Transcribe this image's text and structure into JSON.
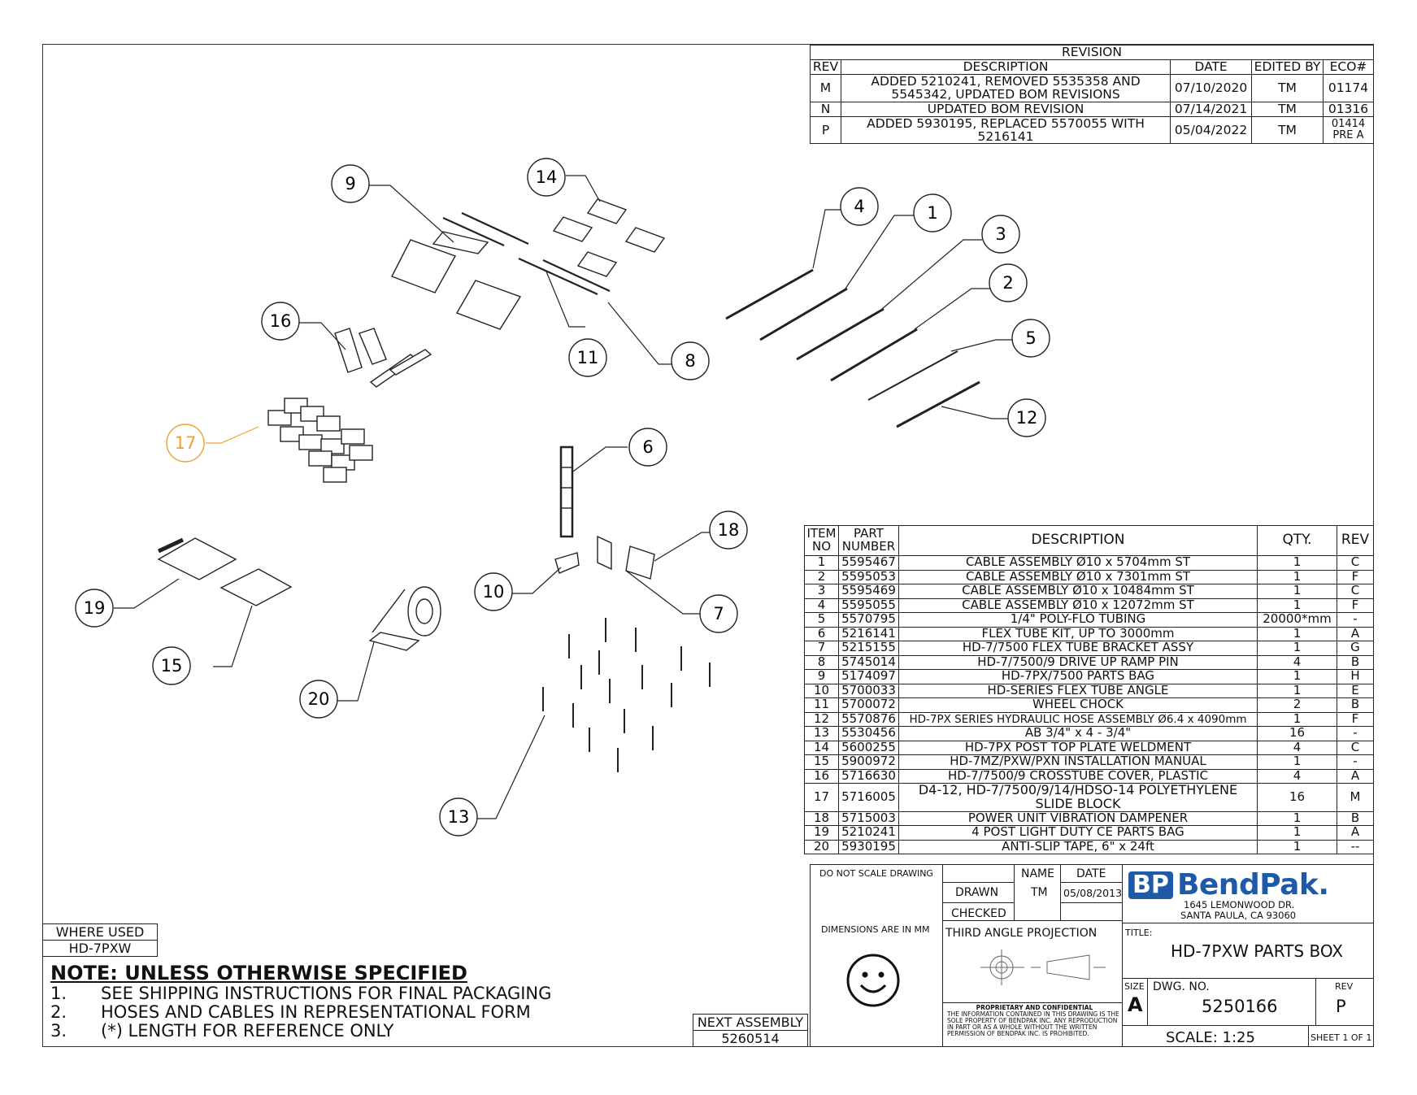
{
  "revision": {
    "title": "REVISION",
    "headers": [
      "REV",
      "DESCRIPTION",
      "DATE",
      "EDITED BY",
      "ECO#"
    ],
    "rows": [
      {
        "rev": "M",
        "desc": "ADDED 5210241, REMOVED 5535358 AND 5545342, UPDATED BOM REVISIONS",
        "date": "07/10/2020",
        "by": "TM",
        "eco": "01174"
      },
      {
        "rev": "N",
        "desc": "UPDATED BOM REVISION",
        "date": "07/14/2021",
        "by": "TM",
        "eco": "01316"
      },
      {
        "rev": "P",
        "desc": "ADDED 5930195, REPLACED 5570055 WITH 5216141",
        "date": "05/04/2022",
        "by": "TM",
        "eco": "01414 PRE A"
      }
    ]
  },
  "bom": {
    "headers": [
      "ITEM NO",
      "PART NUMBER",
      "DESCRIPTION",
      "QTY.",
      "REV"
    ],
    "rows": [
      {
        "item": "1",
        "part": "5595467",
        "desc": "CABLE ASSEMBLY Ø10 x 5704mm ST",
        "qty": "1",
        "rev": "C"
      },
      {
        "item": "2",
        "part": "5595053",
        "desc": "CABLE ASSEMBLY Ø10 x 7301mm ST",
        "qty": "1",
        "rev": "F"
      },
      {
        "item": "3",
        "part": "5595469",
        "desc": "CABLE ASSEMBLY Ø10 x 10484mm ST",
        "qty": "1",
        "rev": "C"
      },
      {
        "item": "4",
        "part": "5595055",
        "desc": "CABLE ASSEMBLY Ø10 x 12072mm ST",
        "qty": "1",
        "rev": "F"
      },
      {
        "item": "5",
        "part": "5570795",
        "desc": "1/4\" POLY-FLO TUBING",
        "qty": "20000*mm",
        "rev": "-"
      },
      {
        "item": "6",
        "part": "5216141",
        "desc": "FLEX TUBE KIT, UP TO 3000mm",
        "qty": "1",
        "rev": "A"
      },
      {
        "item": "7",
        "part": "5215155",
        "desc": "HD-7/7500 FLEX TUBE BRACKET ASSY",
        "qty": "1",
        "rev": "G"
      },
      {
        "item": "8",
        "part": "5745014",
        "desc": "HD-7/7500/9 DRIVE UP RAMP PIN",
        "qty": "4",
        "rev": "B"
      },
      {
        "item": "9",
        "part": "5174097",
        "desc": "HD-7PX/7500 PARTS BAG",
        "qty": "1",
        "rev": "H"
      },
      {
        "item": "10",
        "part": "5700033",
        "desc": "HD-SERIES FLEX TUBE ANGLE",
        "qty": "1",
        "rev": "E"
      },
      {
        "item": "11",
        "part": "5700072",
        "desc": "WHEEL CHOCK",
        "qty": "2",
        "rev": "B"
      },
      {
        "item": "12",
        "part": "5570876",
        "desc": "HD-7PX SERIES HYDRAULIC HOSE ASSEMBLY Ø6.4 x 4090mm",
        "qty": "1",
        "rev": "F"
      },
      {
        "item": "13",
        "part": "5530456",
        "desc": "AB 3/4\" x 4 - 3/4\"",
        "qty": "16",
        "rev": "-"
      },
      {
        "item": "14",
        "part": "5600255",
        "desc": "HD-7PX POST TOP PLATE WELDMENT",
        "qty": "4",
        "rev": "C"
      },
      {
        "item": "15",
        "part": "5900972",
        "desc": "HD-7MZ/PXW/PXN INSTALLATION MANUAL",
        "qty": "1",
        "rev": "-"
      },
      {
        "item": "16",
        "part": "5716630",
        "desc": "HD-7/7500/9 CROSSTUBE COVER, PLASTIC",
        "qty": "4",
        "rev": "A"
      },
      {
        "item": "17",
        "part": "5716005",
        "desc": "D4-12, HD-7/7500/9/14/HDSO-14 POLYETHYLENE SLIDE BLOCK",
        "qty": "16",
        "rev": "M"
      },
      {
        "item": "18",
        "part": "5715003",
        "desc": "POWER UNIT VIBRATION DAMPENER",
        "qty": "1",
        "rev": "B"
      },
      {
        "item": "19",
        "part": "5210241",
        "desc": "4 POST LIGHT DUTY CE PARTS BAG",
        "qty": "1",
        "rev": "A"
      },
      {
        "item": "20",
        "part": "5930195",
        "desc": "ANTI-SLIP TAPE, 6\" x 24ft",
        "qty": "1",
        "rev": "--"
      }
    ]
  },
  "balloons": [
    "1",
    "2",
    "3",
    "4",
    "5",
    "6",
    "7",
    "8",
    "9",
    "10",
    "11",
    "12",
    "13",
    "14",
    "15",
    "16",
    "17",
    "18",
    "19",
    "20"
  ],
  "highlight_color": "#f0a030",
  "line_color": "#222222",
  "title_block": {
    "do_not_scale": "DO NOT SCALE DRAWING",
    "name_hdr": "NAME",
    "date_hdr": "DATE",
    "drawn_lbl": "DRAWN",
    "drawn_name": "TM",
    "drawn_date": "05/08/2013",
    "checked_lbl": "CHECKED",
    "dims": "DIMENSIONS ARE IN MM",
    "projection": "THIRD ANGLE PROJECTION",
    "company": "BendPak.",
    "logo_mark": "BP",
    "address1": "1645 LEMONWOOD DR.",
    "address2": "SANTA PAULA, CA 93060",
    "title_lbl": "TITLE:",
    "title": "HD-7PXW PARTS BOX",
    "size_lbl": "SIZE",
    "size": "A",
    "dwg_lbl": "DWG.  NO.",
    "dwg_no": "5250166",
    "rev_lbl": "REV",
    "rev": "P",
    "scale": "SCALE: 1:25",
    "sheet": "SHEET 1 OF 1",
    "prop_title": "PROPRIETARY AND CONFIDENTIAL",
    "prop_text": "THE INFORMATION CONTAINED IN THIS DRAWING IS THE SOLE PROPERTY OF BENDPAK INC. ANY REPRODUCTION IN PART OR AS A WHOLE WITHOUT THE WRITTEN PERMISSION OF BENDPAK INC. IS PROHIBITED."
  },
  "where_used": {
    "label": "WHERE USED",
    "value": "HD-7PXW"
  },
  "next_assembly": {
    "label": "NEXT ASSEMBLY",
    "value": "5260514"
  },
  "notes": {
    "title": "NOTE: UNLESS OTHERWISE SPECIFIED",
    "items": [
      {
        "num": "1.",
        "text": "SEE SHIPPING INSTRUCTIONS FOR FINAL PACKAGING"
      },
      {
        "num": "2.",
        "text": "HOSES AND CABLES IN REPRESENTATIONAL FORM"
      },
      {
        "num": "3.",
        "text": "(*) LENGTH FOR REFERENCE ONLY"
      }
    ]
  }
}
